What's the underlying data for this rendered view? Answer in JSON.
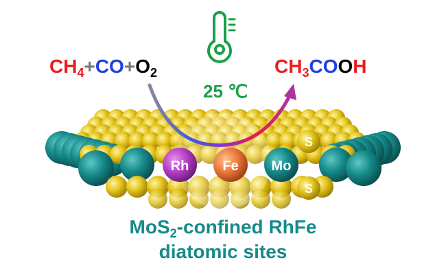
{
  "reactants": {
    "c": "CH",
    "h_sub": "4",
    "plus1": "+",
    "co": "CO",
    "plus2": "+",
    "o": "O",
    "o_sub": "2"
  },
  "product": {
    "ch": "CH",
    "ch_sub": "3",
    "c": "C",
    "oo": "O",
    "o2": "O",
    "h": "H"
  },
  "temperature": "25 ℃",
  "atoms": {
    "rh": "Rh",
    "fe": "Fe",
    "mo": "Mo",
    "s_top": "S",
    "s_bottom": "S"
  },
  "caption": {
    "line1_a": "MoS",
    "line1_sub": "2",
    "line1_b": "-confined RhFe",
    "line2": "diatomic sites"
  },
  "colors": {
    "red": "#ee1c1c",
    "blue": "#1f3fe0",
    "gray": "#777777",
    "green": "#1aa04a",
    "teal": "#168a8a",
    "sulfur": "#e2c21a",
    "rh": "#b03cc0",
    "fe": "#e8743a",
    "mo": "#1c7f80"
  },
  "icons": [
    "thermometer-icon",
    "reaction-arrow-icon"
  ]
}
